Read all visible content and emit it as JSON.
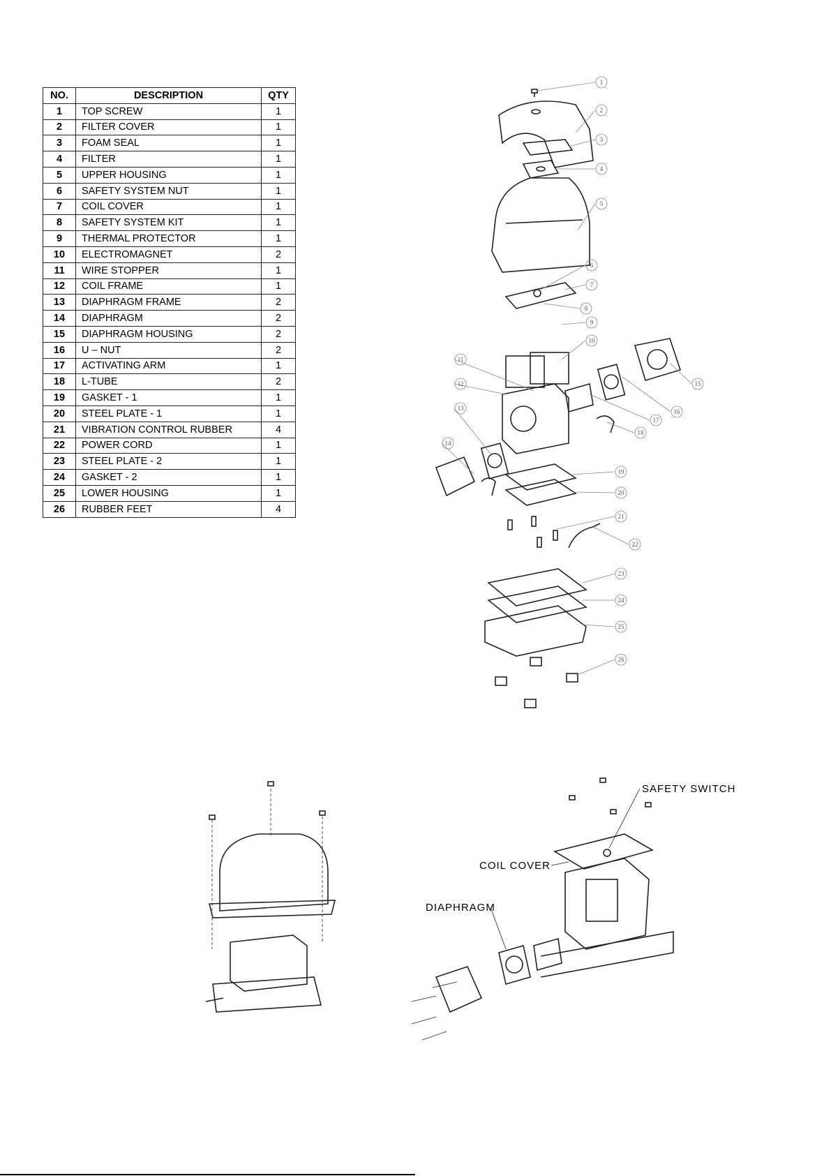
{
  "parts_table": {
    "headers": {
      "no": "NO.",
      "description": "DESCRIPTION",
      "qty": "QTY"
    },
    "rows": [
      {
        "no": "1",
        "description": "TOP SCREW",
        "qty": "1"
      },
      {
        "no": "2",
        "description": "FILTER COVER",
        "qty": "1"
      },
      {
        "no": "3",
        "description": "FOAM SEAL",
        "qty": "1"
      },
      {
        "no": "4",
        "description": "FILTER",
        "qty": "1"
      },
      {
        "no": "5",
        "description": "UPPER HOUSING",
        "qty": "1"
      },
      {
        "no": "6",
        "description": "SAFETY SYSTEM NUT",
        "qty": "1"
      },
      {
        "no": "7",
        "description": "COIL COVER",
        "qty": "1"
      },
      {
        "no": "8",
        "description": "SAFETY SYSTEM KIT",
        "qty": "1"
      },
      {
        "no": "9",
        "description": "THERMAL PROTECTOR",
        "qty": "1"
      },
      {
        "no": "10",
        "description": "ELECTROMAGNET",
        "qty": "2"
      },
      {
        "no": "11",
        "description": "WIRE STOPPER",
        "qty": "1"
      },
      {
        "no": "12",
        "description": "COIL FRAME",
        "qty": "1"
      },
      {
        "no": "13",
        "description": "DIAPHRAGM FRAME",
        "qty": "2"
      },
      {
        "no": "14",
        "description": "DIAPHRAGM",
        "qty": "2"
      },
      {
        "no": "15",
        "description": "DIAPHRAGM HOUSING",
        "qty": "2"
      },
      {
        "no": "16",
        "description": "U – NUT",
        "qty": "2"
      },
      {
        "no": "17",
        "description": "ACTIVATING ARM",
        "qty": "1"
      },
      {
        "no": "18",
        "description": "L-TUBE",
        "qty": "2"
      },
      {
        "no": "19",
        "description": "GASKET - 1",
        "qty": "1"
      },
      {
        "no": "20",
        "description": "STEEL PLATE - 1",
        "qty": "1"
      },
      {
        "no": "21",
        "description": "VIBRATION CONTROL RUBBER",
        "qty": "4"
      },
      {
        "no": "22",
        "description": "POWER CORD",
        "qty": "1"
      },
      {
        "no": "23",
        "description": "STEEL PLATE - 2",
        "qty": "1"
      },
      {
        "no": "24",
        "description": "GASKET - 2",
        "qty": "1"
      },
      {
        "no": "25",
        "description": "LOWER HOUSING",
        "qty": "1"
      },
      {
        "no": "26",
        "description": "RUBBER FEET",
        "qty": "4"
      }
    ]
  },
  "exploded_view": {
    "callouts": [
      "1",
      "2",
      "3",
      "4",
      "5",
      "6",
      "7",
      "8",
      "9",
      "10",
      "11",
      "12",
      "13",
      "14",
      "15",
      "16",
      "17",
      "18",
      "19",
      "20",
      "21",
      "22",
      "23",
      "24",
      "25",
      "26"
    ]
  },
  "detail_diagram": {
    "labels": {
      "safety_switch": "SAFETY  SWITCH",
      "coil_cover": "COIL  COVER",
      "diaphragm": "DIAPHRAGM"
    }
  }
}
